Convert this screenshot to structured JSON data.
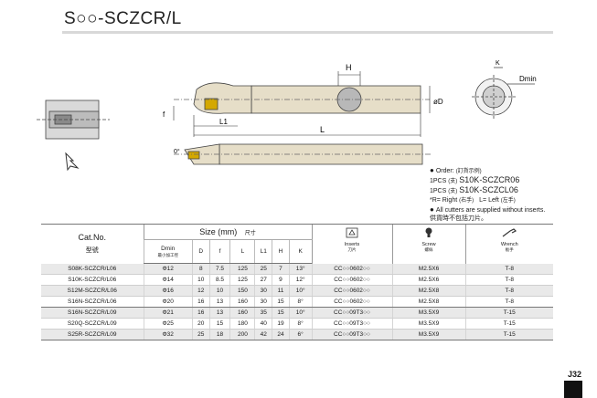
{
  "page": {
    "title": "S○○-SCZCR/L",
    "page_number": "J32"
  },
  "drawing": {
    "dim_H": "H",
    "dim_D": "øD",
    "dim_f": "f",
    "dim_L1": "L1",
    "dim_L": "L",
    "dim_K": "K",
    "dim_Dmin": "Dmin",
    "dim_angle": "0°"
  },
  "order": {
    "label": "Order:",
    "label_cn": "(訂貨示例)",
    "line1_qty": "1PCS",
    "line1_unit": "(支)",
    "line1_code": "S10K-SCZCR06",
    "line2_qty": "1PCS",
    "line2_unit": "(支)",
    "line2_code": "S10K-SCZCL06",
    "rl_right": "*R= Right",
    "rl_right_cn": "(右手)",
    "rl_left": "L= Left",
    "rl_left_cn": "(左手)",
    "note_en": "All cutters are supplied without inserts.",
    "note_cn": "供貨時不包括刀片。"
  },
  "table": {
    "catno_label": "Cat.No.",
    "catno_cn": "型號",
    "size_label": "Size (mm)",
    "size_cn": "尺寸",
    "columns": [
      {
        "label": "Dmin",
        "sub": "最小加工徑"
      },
      {
        "label": "D",
        "sub": ""
      },
      {
        "label": "f",
        "sub": ""
      },
      {
        "label": "L",
        "sub": ""
      },
      {
        "label": "L1",
        "sub": ""
      },
      {
        "label": "H",
        "sub": ""
      },
      {
        "label": "K",
        "sub": ""
      }
    ],
    "inserts_label": "Inserts",
    "inserts_cn": "刀片",
    "screw_label": "Screw",
    "screw_cn": "螺絲",
    "wrench_label": "Wrench",
    "wrench_cn": "板手",
    "rows": [
      {
        "cat": "S08K-SCZCR/L06",
        "dmin": "Φ12",
        "d": "8",
        "f": "7.5",
        "l": "125",
        "l1": "25",
        "h": "7",
        "k": "13°",
        "insert": "CC○○0602○○",
        "screw": "M2.5X6",
        "wrench": "T-8"
      },
      {
        "cat": "S10K-SCZCR/L06",
        "dmin": "Φ14",
        "d": "10",
        "f": "8.5",
        "l": "125",
        "l1": "27",
        "h": "9",
        "k": "12°",
        "insert": "CC○○0602○○",
        "screw": "M2.5X6",
        "wrench": "T-8"
      },
      {
        "cat": "S12M-SCZCR/L06",
        "dmin": "Φ16",
        "d": "12",
        "f": "10",
        "l": "150",
        "l1": "30",
        "h": "11",
        "k": "10°",
        "insert": "CC○○0602○○",
        "screw": "M2.5X8",
        "wrench": "T-8"
      },
      {
        "cat": "S16N-SCZCR/L06",
        "dmin": "Φ20",
        "d": "16",
        "f": "13",
        "l": "160",
        "l1": "30",
        "h": "15",
        "k": "8°",
        "insert": "CC○○0602○○",
        "screw": "M2.5X8",
        "wrench": "T-8"
      },
      {
        "cat": "S16N-SCZCR/L09",
        "dmin": "Φ21",
        "d": "16",
        "f": "13",
        "l": "160",
        "l1": "35",
        "h": "15",
        "k": "10°",
        "insert": "CC○○09T3○○",
        "screw": "M3.5X9",
        "wrench": "T-15"
      },
      {
        "cat": "S20Q-SCZCR/L09",
        "dmin": "Φ25",
        "d": "20",
        "f": "15",
        "l": "180",
        "l1": "40",
        "h": "19",
        "k": "8°",
        "insert": "CC○○09T3○○",
        "screw": "M3.5X9",
        "wrench": "T-15"
      },
      {
        "cat": "S25R-SCZCR/L09",
        "dmin": "Φ32",
        "d": "25",
        "f": "18",
        "l": "200",
        "l1": "42",
        "h": "24",
        "k": "6°",
        "insert": "CC○○09T3○○",
        "screw": "M3.5X9",
        "wrench": "T-15"
      }
    ]
  }
}
